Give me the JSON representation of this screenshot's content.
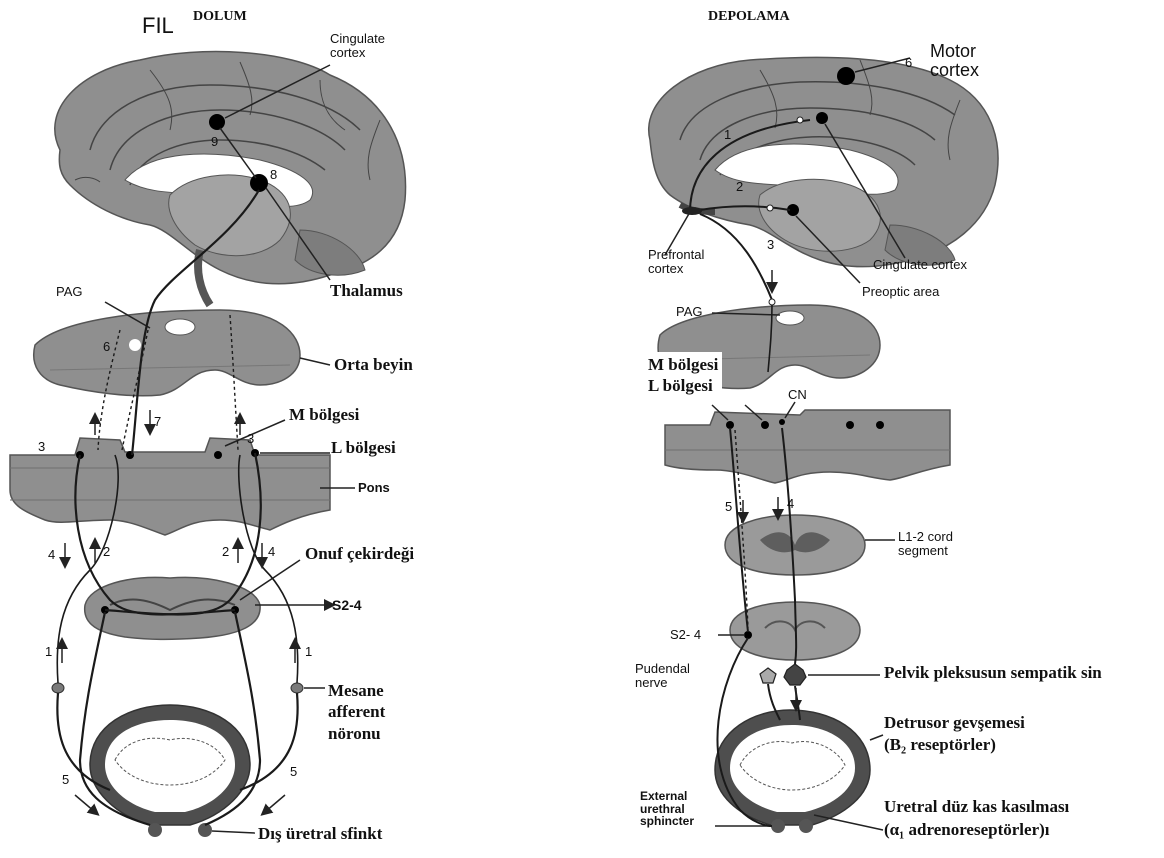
{
  "left": {
    "title_fragment": "FIL",
    "header": "DOLUM",
    "cingulate_line1": "Cingulate",
    "cingulate_line2": "cortex",
    "thalamus": "Thalamus",
    "pag": "PAG",
    "orta_beyin": "Orta beyin",
    "m_bolgesi": "M bölgesi",
    "l_bolgesi": "L bölgesi",
    "pons": "Pons",
    "onuf": "Onuf çekirdeği",
    "s24": "S2-4",
    "mesane_line1": "Mesane",
    "mesane_line2": "afferent",
    "mesane_line3": "nöronu",
    "dis_uretral": "Dış üretral sfinkt",
    "numbers": {
      "n1a": "1",
      "n1b": "1",
      "n2a": "2",
      "n2b": "2",
      "n3a": "3",
      "n3b": "3",
      "n4a": "4",
      "n4b": "4",
      "n5a": "5",
      "n5b": "5",
      "n6": "6",
      "n7": "7",
      "n8": "8",
      "n9": "9"
    }
  },
  "right": {
    "header": "DEPOLAMA",
    "motor_line1": "Motor",
    "motor_line2": "cortex",
    "prefrontal_line1": "Prefrontal",
    "prefrontal_line2": "cortex",
    "cingulate": "Cingulate cortex",
    "preoptic": "Preoptic area",
    "pag": "PAG",
    "m_bolgesi": "M bölgesi",
    "l_bolgesi": "L bölgesi",
    "cn": "CN",
    "l12_line1": "L1-2 cord",
    "l12_line2": "segment",
    "s24": "S2- 4",
    "pudendal_line1": "Pudendal",
    "pudendal_line2": "nerve",
    "pelvik": "Pelvik pleksusun sempatik sin",
    "detrusor_line1": "Detrusor gevşemesi",
    "detrusor_line2": "(B₂  reseptörler)",
    "external_line1": "External",
    "external_line2": "urethral",
    "external_line3": "sphincter",
    "uretral_line1": "Uretral düz kas kasılması",
    "uretral_line2": "(α₁ adrenoreseptörler)ı",
    "numbers": {
      "n1": "1",
      "n2": "2",
      "n3": "3",
      "n4": "4",
      "n5": "5",
      "n6": "6"
    }
  },
  "colors": {
    "tissue": "#8f8f8f",
    "tissue_dark": "#6a6a6a",
    "line": "#222222",
    "background": "#ffffff"
  }
}
